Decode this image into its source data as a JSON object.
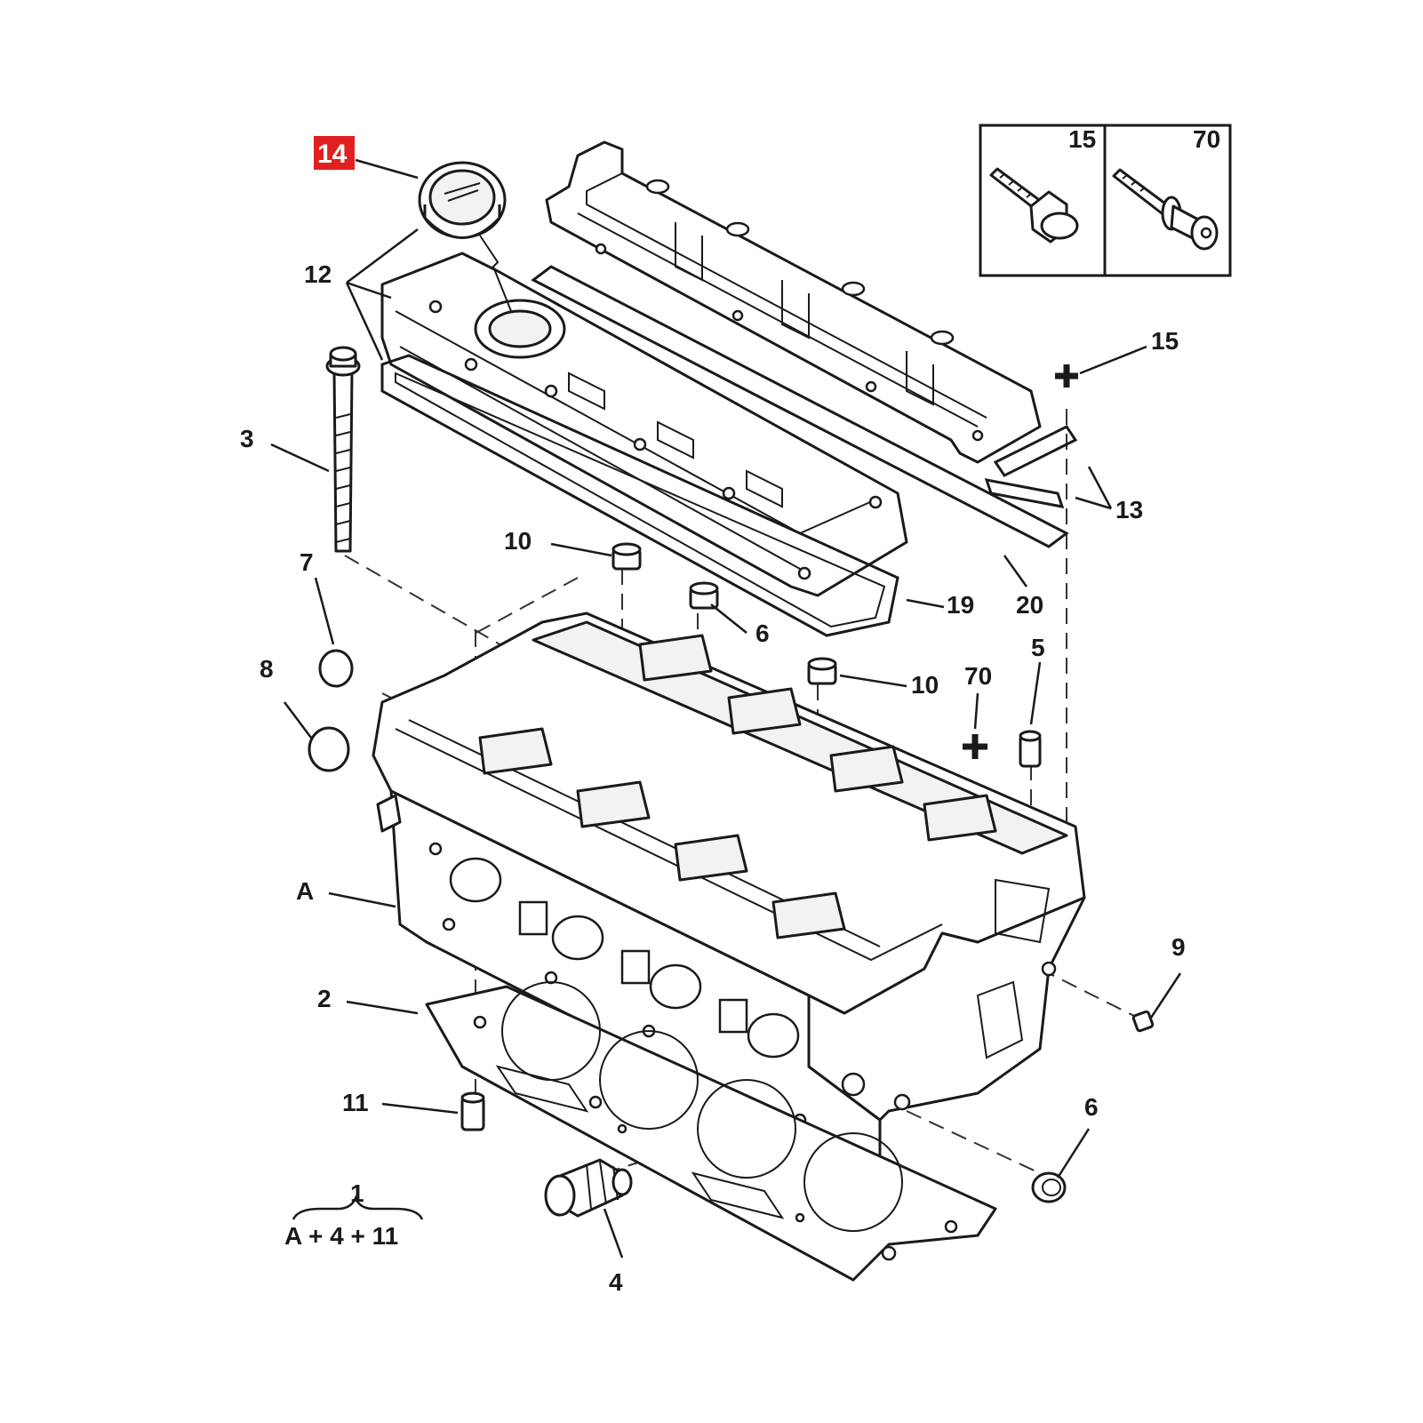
{
  "highlight_color": "#e02020",
  "callouts": {
    "c14": "14",
    "c12": "12",
    "c3": "3",
    "c7": "7",
    "c8": "8",
    "c10a": "10",
    "c6a": "6",
    "c10b": "10",
    "c70a": "70",
    "c5": "5",
    "c19": "19",
    "c20": "20",
    "c13": "13",
    "c15a": "15",
    "cA": "A",
    "c2": "2",
    "c11": "11",
    "c9": "9",
    "c6b": "6",
    "c4": "4",
    "c1": "1",
    "c1_formula": "A + 4 + 11"
  },
  "inset": {
    "left_label": "15",
    "right_label": "70"
  },
  "icons": [
    "oil-filler-cap-icon",
    "bolt-icon",
    "stud-icon",
    "plus-marker-icon"
  ]
}
